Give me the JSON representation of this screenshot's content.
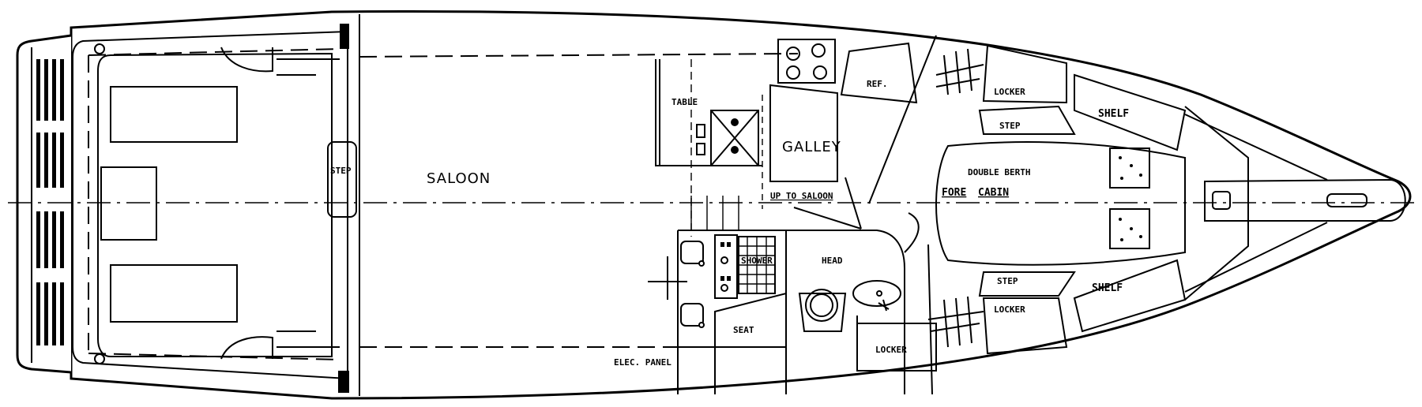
{
  "labels": {
    "saloon": "SALOON",
    "galley": "GALLEY",
    "table": "TABLE",
    "step_aft": "STEP",
    "ref": "REF.",
    "locker_fwd_top": "LOCKER",
    "step_fwd_top": "STEP",
    "shelf_top": "SHELF",
    "double_berth": "DOUBLE BERTH",
    "fore": "FORE",
    "cabin": "CABIN",
    "up_to_saloon": "UP TO SALOON",
    "shower": "SHOWER",
    "head": "HEAD",
    "seat": "SEAT",
    "elec_panel": "ELEC. PANEL",
    "locker_bottom_mid": "LOCKER",
    "locker_bottom_aft": "LOCKER",
    "step_fwd_bottom": "STEP",
    "shelf_bottom": "SHELF"
  }
}
